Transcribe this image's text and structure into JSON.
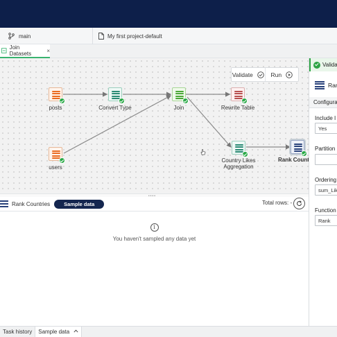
{
  "header": {
    "branch": "main",
    "project": "My first project-default"
  },
  "file_tab": {
    "label": "Join Datasets",
    "close": "×"
  },
  "canvas": {
    "validate_label": "Validate",
    "run_label": "Run",
    "nodes": {
      "posts": "posts",
      "convert_type": "Convert Type",
      "join": "Join",
      "rewrite_table": "Rewrite Table",
      "users": "users",
      "country_likes_line1": "Country Likes",
      "country_likes_line2": "Aggregation",
      "rank_countries": "Rank Countri"
    }
  },
  "sample": {
    "dataset_name": "Rank Countries",
    "button": "Sample data",
    "total_rows": "Total rows: -",
    "empty_message": "You haven't sampled any data yet",
    "info_glyph": "i"
  },
  "bottom_tabs": {
    "task_history": "Task history",
    "sample_data": "Sample data"
  },
  "right_panel": {
    "validate_banner": "Valida",
    "title": "Ran",
    "config_tab": "Configura",
    "include_label": "Include I",
    "include_value": "Yes",
    "partition_label": "Partition",
    "partition_value": "",
    "ordering_label": "Ordering",
    "ordering_value": "sum_Lik",
    "function_label": "Function",
    "function_value": "Rank"
  },
  "colors": {
    "topbar": "#0d1f4a",
    "accent_green": "#27a844",
    "pill": "#14264f"
  }
}
